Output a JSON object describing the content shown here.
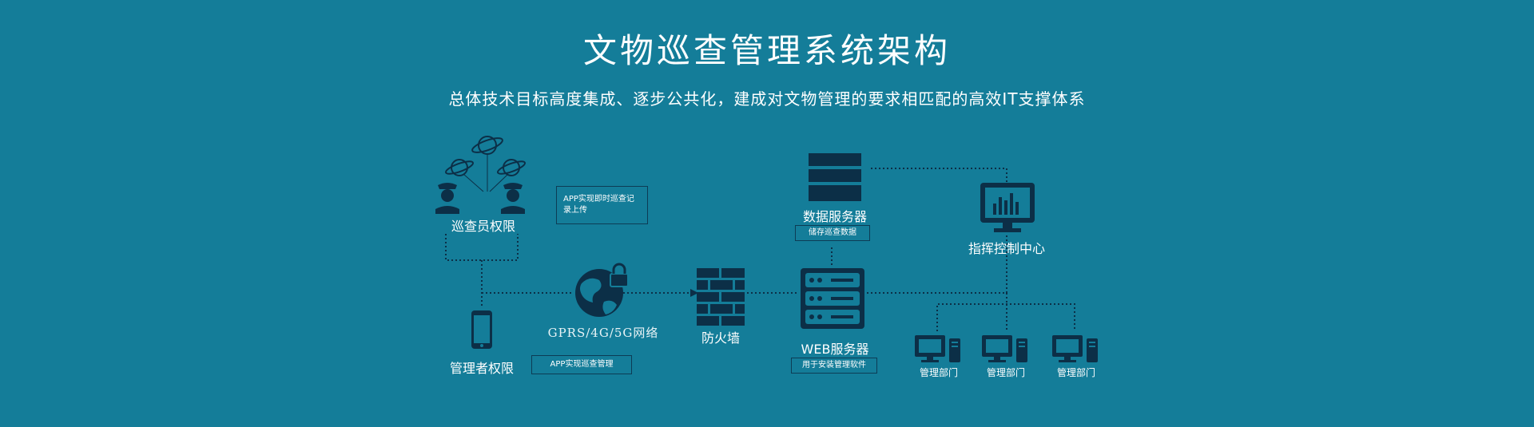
{
  "title": "文物巡查管理系统架构",
  "subtitle": "总体技术目标高度集成、逐步公共化，建成对文物管理的要求相匹配的高效IT支撑体系",
  "nodes": {
    "inspector": "巡查员权限",
    "manager": "管理者权限",
    "network": "GPRS/4G/5G网络",
    "firewall": "防火墙",
    "data_server": "数据服务器",
    "web_server": "WEB服务器",
    "command_center": "指挥控制中心",
    "dept": "管理部门"
  },
  "boxes": {
    "app_upload": "APP实现即时巡查记录上传",
    "app_manage": "APP实现巡查管理",
    "data_store": "储存巡查数据",
    "web_software": "用于安装管理软件"
  },
  "icons": [
    "planet-icon",
    "police-icon",
    "phone-icon",
    "globe-lock-icon",
    "firewall-icon",
    "data-server-icon",
    "web-server-icon",
    "monitor-chart-icon",
    "desktop-computer-icon"
  ],
  "colors": {
    "background": "#147d99",
    "icon": "#0c2f47",
    "text": "#ffffff"
  }
}
